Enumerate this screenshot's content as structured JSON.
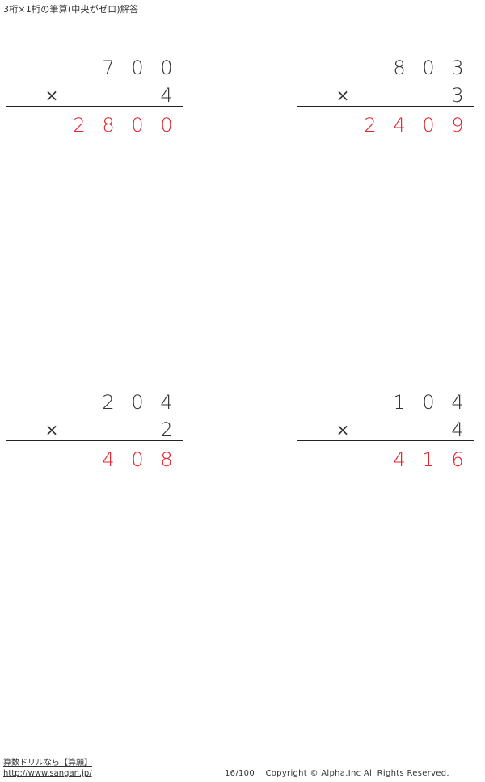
{
  "header": {
    "title": "3桁×1桁の筆算(中央がゼロ)解答"
  },
  "problems": [
    {
      "top": [
        "7",
        "0",
        "0"
      ],
      "operator": "×",
      "multiplier": "4",
      "answer": [
        "2",
        "8",
        "0",
        "0"
      ]
    },
    {
      "top": [
        "8",
        "0",
        "3"
      ],
      "operator": "×",
      "multiplier": "3",
      "answer": [
        "2",
        "4",
        "0",
        "9"
      ]
    },
    {
      "top": [
        "2",
        "0",
        "4"
      ],
      "operator": "×",
      "multiplier": "2",
      "answer": [
        "4",
        "0",
        "8"
      ]
    },
    {
      "top": [
        "1",
        "0",
        "4"
      ],
      "operator": "×",
      "multiplier": "4",
      "answer": [
        "4",
        "1",
        "6"
      ]
    }
  ],
  "footer": {
    "site_name": "算数ドリルなら【算願】",
    "url": "http://www.sangan.jp/",
    "page_number": "16/100",
    "copyright": "Copyright © Alpha.Inc All Rights Reserved."
  },
  "colors": {
    "answer": "#e6232a",
    "text": "#333333"
  }
}
